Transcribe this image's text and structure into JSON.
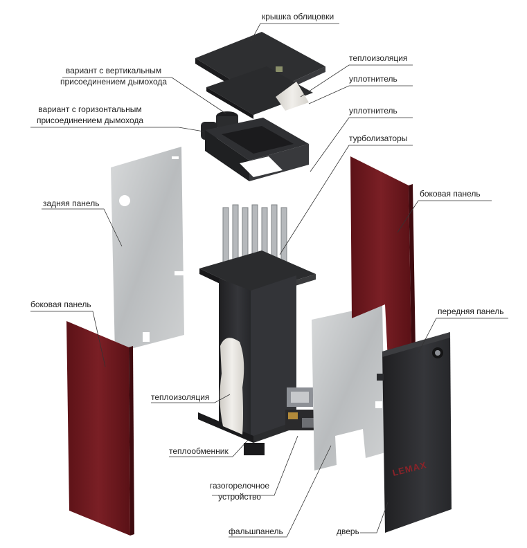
{
  "labels": {
    "cover_lid": "крышка облицовки",
    "insulation_top": "теплоизоляция",
    "seal_1": "уплотнитель",
    "seal_2": "уплотнитель",
    "turbulators": "турболизаторы",
    "side_panel_right": "боковая панель",
    "front_panel": "передняя панель",
    "door": "дверь",
    "false_panel": "фальшпанель",
    "gas_burner_line1": "газогорелочное",
    "gas_burner_line2": "устройство",
    "heat_exchanger": "теплообменник",
    "insulation_body": "теплоизоляция",
    "side_panel_left": "боковая панель",
    "back_panel": "задняя панель",
    "variant_vertical_line1": "вариант с вертикальным",
    "variant_vertical_line2": "присоединением дымохода",
    "variant_horizontal_line1": "вариант с горизонтальным",
    "variant_horizontal_line2": "присоединением дымохода"
  },
  "brand": "LEMAX",
  "colors": {
    "burgundy": "#6e1a1f",
    "dark_body": "#2c2c2e",
    "galvanized": "#c9cbcc",
    "insulation": "#e6e3de",
    "leader": "#333333"
  }
}
